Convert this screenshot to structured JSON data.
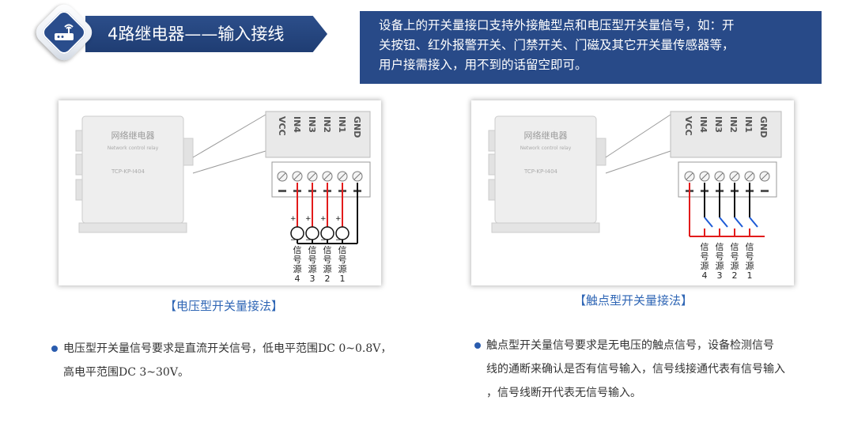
{
  "header": {
    "title": "4路继电器——输入接线",
    "badge_icon": "router-icon"
  },
  "info": {
    "lines": [
      "设备上的开关量接口支持外接触型点和电压型开关量信号，如：开",
      "关按钮、红外报警开关、门禁开关、门磁及其它开关量传感器等，",
      "用户接需接入，用不到的话留空即可。"
    ]
  },
  "device": {
    "name": "网络继电器",
    "subtitle": "Network control relay",
    "model": "TCP-KP-I404"
  },
  "terminals": [
    "VCC",
    "IN4",
    "IN3",
    "IN2",
    "IN1",
    "GND"
  ],
  "polarity": {
    "plus": "+",
    "minus": "−"
  },
  "sources": [
    {
      "chars": [
        "信",
        "号",
        "源"
      ],
      "num": "4"
    },
    {
      "chars": [
        "信",
        "号",
        "源"
      ],
      "num": "3"
    },
    {
      "chars": [
        "信",
        "号",
        "源"
      ],
      "num": "2"
    },
    {
      "chars": [
        "信",
        "号",
        "源"
      ],
      "num": "1"
    }
  ],
  "left": {
    "caption": "【电压型开关量接法】",
    "bullet": [
      "电压型开关量信号要求是直流开关信号，低电平范围DC 0~0.8V，",
      "高电平范围DC 3~30V。"
    ]
  },
  "right": {
    "caption": "【触点型开关量接法】",
    "bullet": [
      "触点型开关量信号要求是无电压的触点信号，设备检测信号",
      "线的通断来确认是否有信号输入，信号线接通代表有信号输入",
      "，信号线断开代表无信号输入。"
    ]
  },
  "colors": {
    "accent": "#284a88",
    "caption": "#2f66b5",
    "wire_red": "#e21b1b",
    "wire_black": "#111111",
    "switch_blue": "#1e5bd6"
  }
}
